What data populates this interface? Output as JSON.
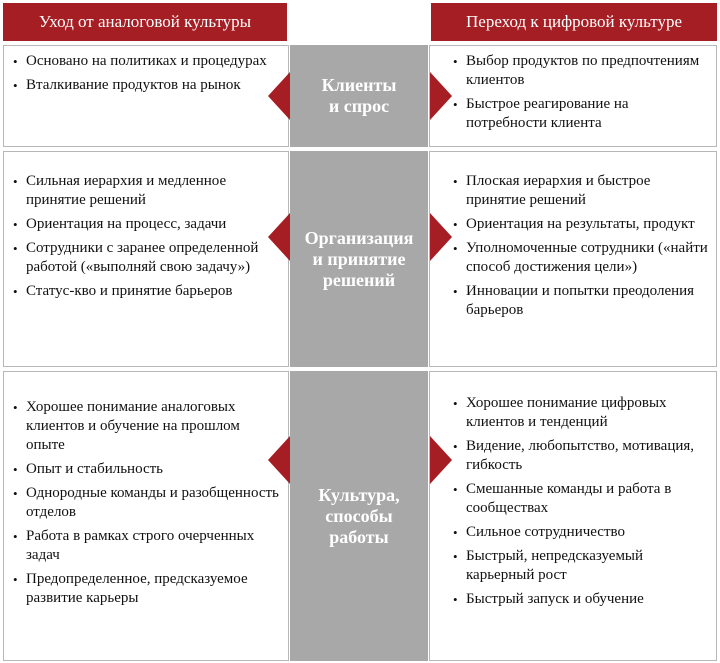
{
  "headers": {
    "left": "Уход от аналоговой культуры",
    "right": "Переход к цифровой культуре"
  },
  "rows": [
    {
      "center": "Клиенты\nи спрос",
      "left": [
        "Основано на политиках и процедурах",
        "Вталкивание продуктов на рынок"
      ],
      "right": [
        "Выбор продуктов по предпочтениям клиентов",
        "Быстрое реагирование на потребности клиента"
      ]
    },
    {
      "center": "Организация\nи принятие\nрешений",
      "left": [
        "Сильная иерархия и медленное принятие решений",
        "Ориентация на процесс, задачи",
        "Сотрудники с заранее определенной работой («выполняй свою задачу»)",
        "Статус-кво и принятие барьеров"
      ],
      "right": [
        "Плоская иерархия и быстрое принятие решений",
        "Ориентация на результаты, продукт",
        "Уполномоченные сотрудники («найти способ достижения цели»)",
        "Инновации и попытки преодоления барьеров"
      ]
    },
    {
      "center": "Культура,\nспособы\nработы",
      "left": [
        "Хорошее понимание аналоговых клиентов и обучение на прошлом опыте",
        "Опыт и стабильность",
        "Однородные команды и разобщенность отделов",
        "Работа в рамках строго очерченных задач",
        "Предопределенное, предсказуемое развитие карьеры"
      ],
      "right": [
        "Хорошее понимание цифровых клиентов и тенденций",
        "Видение, любопытство, мотивация, гибкость",
        "Смешанные команды и работа в сообществах",
        "Сильное сотрудничество",
        "Быстрый, непредсказуемый карьерный рост",
        "Быстрый запуск и обучение"
      ]
    }
  ],
  "colors": {
    "accent": "#a51e24",
    "center_fill": "#a8a8a8"
  }
}
